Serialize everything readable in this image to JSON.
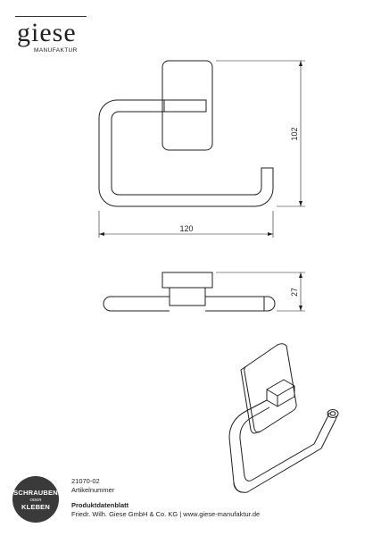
{
  "brand": {
    "name": "giese",
    "subtitle": "MANUFAKTUR"
  },
  "dimensions": {
    "width": "120",
    "height": "102",
    "depth": "27"
  },
  "badge": {
    "line1": "SCHRAUBEN",
    "line2": "ODER",
    "line3": "KLEBEN"
  },
  "product": {
    "article_number": "21070-02",
    "article_label": "Artikelnummer",
    "sheet_title": "Produktdatenblatt",
    "company_line": "Friedr. Wilh. Giese GmbH & Co. KG | www.giese-manufaktur.de"
  }
}
